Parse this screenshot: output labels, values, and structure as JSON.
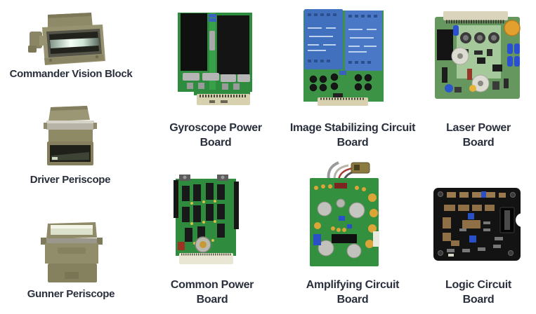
{
  "page": {
    "background": "#ffffff",
    "label_color": "#2a2f3c"
  },
  "items": [
    {
      "id": "commander-vision-block",
      "label": "Commander Vision Block"
    },
    {
      "id": "gyroscope-power-board",
      "label_line1": "Gyroscope Power",
      "label_line2": "Board"
    },
    {
      "id": "image-stabilizing-circuit-board",
      "label_line1": "Image Stabilizing Circuit",
      "label_line2": "Board"
    },
    {
      "id": "laser-power-board",
      "label_line1": "Laser Power",
      "label_line2": "Board"
    },
    {
      "id": "driver-periscope",
      "label": "Driver Periscope"
    },
    {
      "id": "common-power-board",
      "label_line1": "Common Power",
      "label_line2": "Board"
    },
    {
      "id": "amplifying-circuit-board",
      "label_line1": "Amplifying Circuit",
      "label_line2": "Board"
    },
    {
      "id": "gunner-periscope",
      "label": "Gunner Periscope"
    },
    {
      "id": "logic-circuit-board",
      "label_line1": "Logic Circuit",
      "label_line2": "Board"
    }
  ],
  "colors": {
    "pcb_green": "#2f8c3e",
    "pcb_green_light": "#66975f",
    "module_black": "#141414",
    "module_blue": "#4673c2",
    "connector_beige": "#d8d1af",
    "periscope_khaki": "#8f8a67",
    "capacitor_yellow": "#dda437",
    "capacitor_blue": "#2a4fd0",
    "logic_board_black": "#131313",
    "ic_tan": "#8f7046"
  }
}
